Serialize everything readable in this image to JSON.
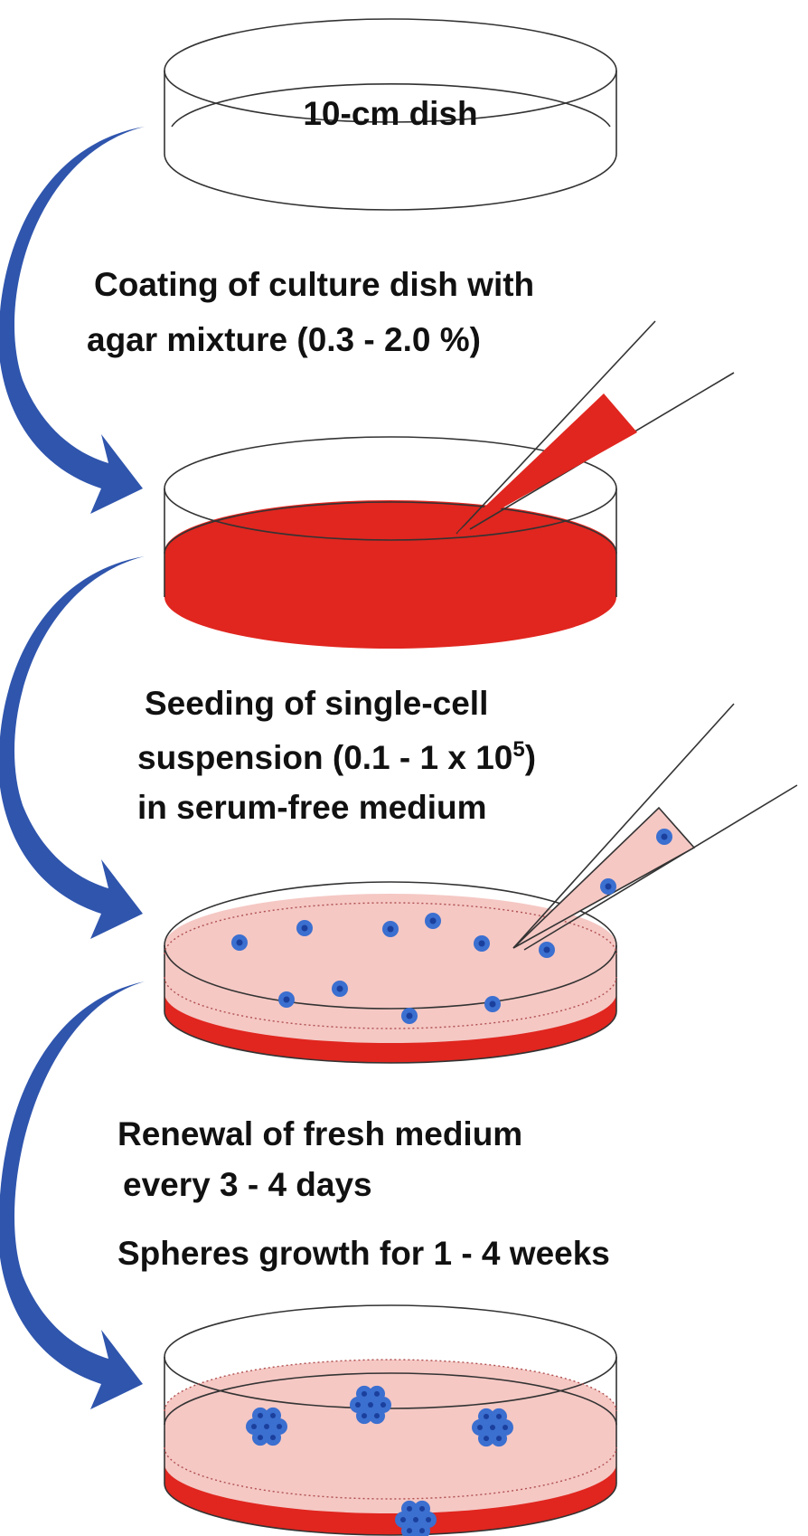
{
  "colors": {
    "arrow": "#2f55ad",
    "agar": "#e0261f",
    "medium": "#f5c8c4",
    "cell": "#3b6fd0",
    "cell_core": "#1b3f9c",
    "outline": "#333333"
  },
  "dish_label": "10-cm dish",
  "steps": {
    "coating": {
      "line1": "Coating of culture dish with",
      "line2": "agar mixture (0.3 - 2.0 %)"
    },
    "seeding": {
      "line1": "Seeding of single-cell",
      "line2_main": "suspension (0.1 - 1 x 10",
      "line2_sup": "5",
      "line2_end": ")",
      "line3": "in serum-free medium"
    },
    "renewal": {
      "line1": "Renewal of fresh medium",
      "line2": "every 3 - 4 days"
    },
    "growth": {
      "line1": "Spheres growth for 1 - 4 weeks"
    }
  },
  "icons": [
    "petri-dish-icon",
    "pipette-icon",
    "curved-arrow-icon",
    "cell-icon",
    "sphere-icon"
  ]
}
